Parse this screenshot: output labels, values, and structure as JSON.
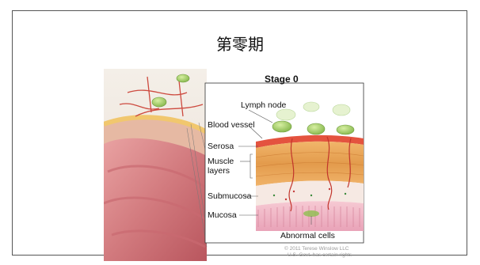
{
  "slide": {
    "title": "第零期"
  },
  "diagram": {
    "stage_title": "Stage 0",
    "labels": {
      "lymph_node": "Lymph node",
      "blood_vessel": "Blood vessel",
      "serosa": "Serosa",
      "muscle_layers_line1": "Muscle",
      "muscle_layers_line2": "layers",
      "submucosa": "Submucosa",
      "mucosa": "Mucosa",
      "abnormal_cells": "Abnormal cells"
    },
    "credit_line1": "© 2011 Terese Winslow LLC",
    "credit_line2": "U.S. Govt. has certain rights"
  }
}
